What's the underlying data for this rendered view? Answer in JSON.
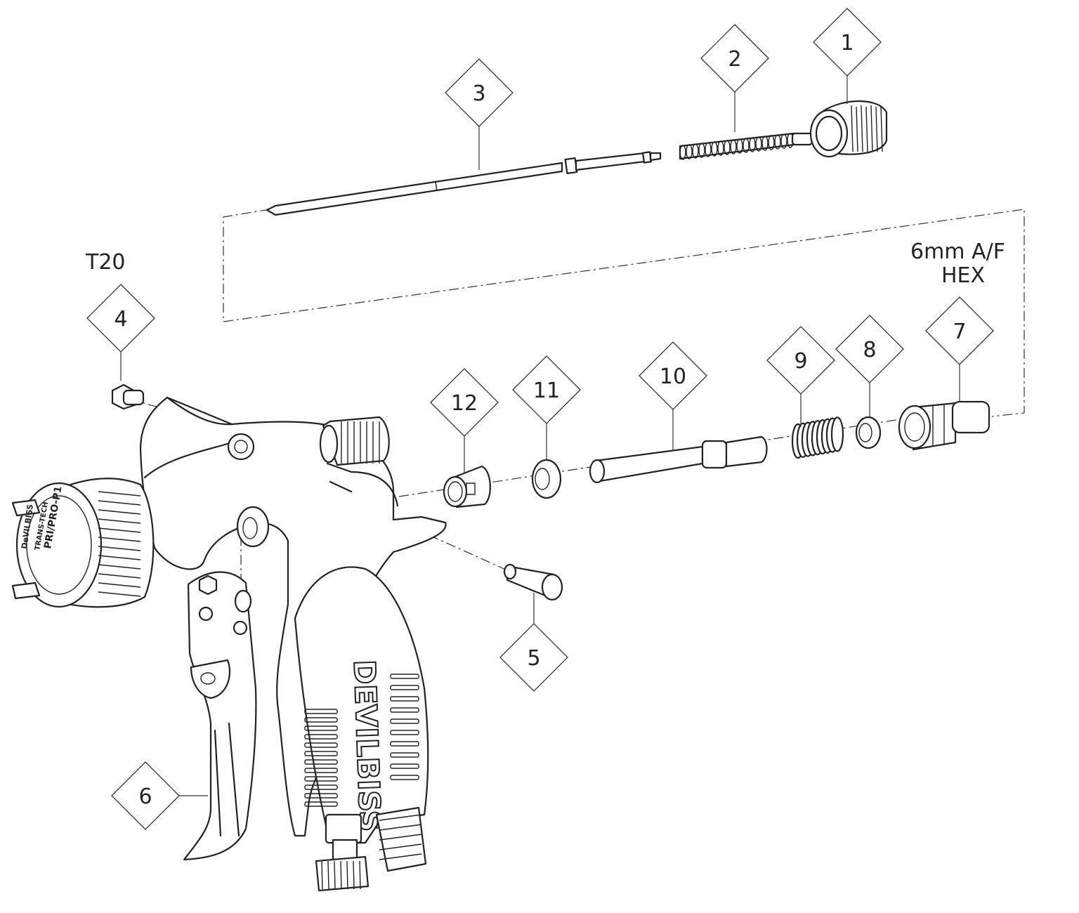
{
  "notes": {
    "tool": "T20",
    "hex_line1": "6mm A/F",
    "hex_line2": "HEX"
  },
  "brand": {
    "grip_text": "DEVILBISS",
    "cap_text1": "TRANS-TECH",
    "cap_text2": "PRI/PRO-P1",
    "cap_text3": "DeVILBISS"
  },
  "callouts": [
    {
      "id": "callout-1",
      "label": "1"
    },
    {
      "id": "callout-2",
      "label": "2"
    },
    {
      "id": "callout-3",
      "label": "3"
    },
    {
      "id": "callout-4",
      "label": "4"
    },
    {
      "id": "callout-5",
      "label": "5"
    },
    {
      "id": "callout-6",
      "label": "6"
    },
    {
      "id": "callout-7",
      "label": "7"
    },
    {
      "id": "callout-8",
      "label": "8"
    },
    {
      "id": "callout-9",
      "label": "9"
    },
    {
      "id": "callout-10",
      "label": "10"
    },
    {
      "id": "callout-11",
      "label": "11"
    },
    {
      "id": "callout-12",
      "label": "12"
    }
  ]
}
